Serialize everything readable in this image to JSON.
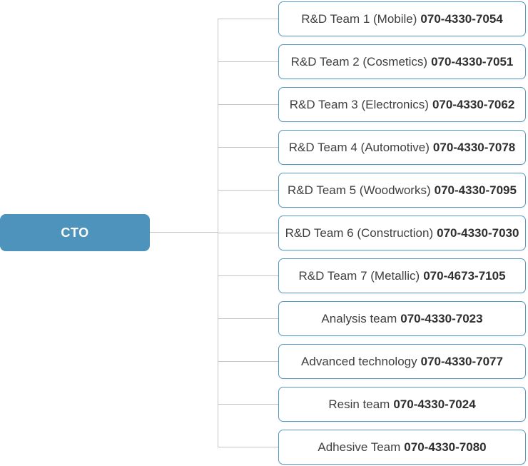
{
  "root": {
    "label": "CTO"
  },
  "colors": {
    "root_fill": "#4e93bb",
    "root_text": "#ffffff",
    "team_border": "#569ac2",
    "connector": "#c4c4c4",
    "team_text": "#404040",
    "phone_text": "#2f2f2f"
  },
  "teams": [
    {
      "name": "R&D Team 1 (Mobile)",
      "phone": "070-4330-7054"
    },
    {
      "name": "R&D Team 2 (Cosmetics)",
      "phone": "070-4330-7051"
    },
    {
      "name": "R&D Team 3 (Electronics)",
      "phone": "070-4330-7062"
    },
    {
      "name": "R&D Team 4 (Automotive)",
      "phone": "070-4330-7078"
    },
    {
      "name": "R&D Team 5 (Woodworks)",
      "phone": "070-4330-7095"
    },
    {
      "name": "R&D Team 6 (Construction)",
      "phone": "070-4330-7030"
    },
    {
      "name": "R&D Team 7 (Metallic)",
      "phone": "070-4673-7105"
    },
    {
      "name": "Analysis team",
      "phone": "070-4330-7023"
    },
    {
      "name": "Advanced technology",
      "phone": "070-4330-7077"
    },
    {
      "name": "Resin team",
      "phone": "070-4330-7024"
    },
    {
      "name": "Adhesive Team",
      "phone": "070-4330-7080"
    }
  ]
}
